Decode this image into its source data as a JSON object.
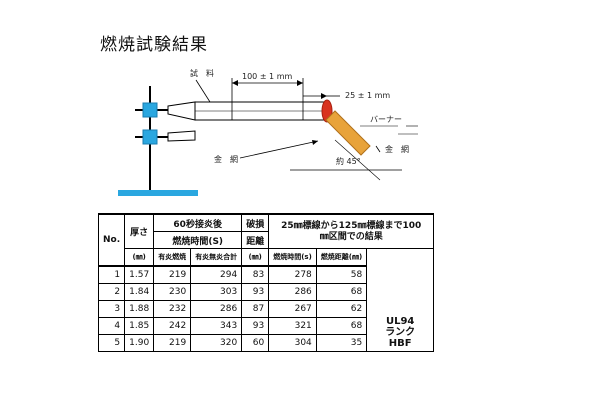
{
  "title": "燃焼試験結果",
  "diagram": {
    "label_sample": "試　料",
    "label_100mm": "100 ± 1 mm",
    "label_25mm": "25 ± 1 mm",
    "label_burner": "バーナー",
    "label_wire1": "金　網",
    "label_wire2": "金　網",
    "label_angle": "約 45°",
    "colors": {
      "clamp": "#2aa7e0",
      "base": "#2aa7e0",
      "burner": "#e8a33a",
      "flame": "#d9331f"
    }
  },
  "table": {
    "headers": {
      "no": "No.",
      "thickness": "厚さ",
      "thickness_unit": "(㎜)",
      "sixty_sec": "60秒接炎後",
      "burn_time": "燃焼時間(S)",
      "flame_time": "有炎燃焼",
      "total_time": "有炎無炎合計",
      "damage": "破損",
      "distance": "距離",
      "distance_unit": "(㎜)",
      "section_line1": "25㎜標線から125㎜標線まで100",
      "section_line2": "㎜区間での結果",
      "sec_burn_time": "燃焼時間(s)",
      "sec_burn_dist": "燃焼距離(㎜)"
    },
    "rows": [
      {
        "no": "1",
        "thickness": "1.57",
        "flame": "219",
        "total": "294",
        "damage": "83",
        "sec_time": "278",
        "sec_dist": "58"
      },
      {
        "no": "2",
        "thickness": "1.84",
        "flame": "230",
        "total": "303",
        "damage": "93",
        "sec_time": "286",
        "sec_dist": "68"
      },
      {
        "no": "3",
        "thickness": "1.88",
        "flame": "232",
        "total": "286",
        "damage": "87",
        "sec_time": "267",
        "sec_dist": "62"
      },
      {
        "no": "4",
        "thickness": "1.85",
        "flame": "242",
        "total": "343",
        "damage": "93",
        "sec_time": "321",
        "sec_dist": "68"
      },
      {
        "no": "5",
        "thickness": "1.90",
        "flame": "219",
        "total": "320",
        "damage": "60",
        "sec_time": "304",
        "sec_dist": "35"
      }
    ],
    "rank_line1": "UL94",
    "rank_line2": "ランク",
    "rank_line3": "HBF"
  }
}
